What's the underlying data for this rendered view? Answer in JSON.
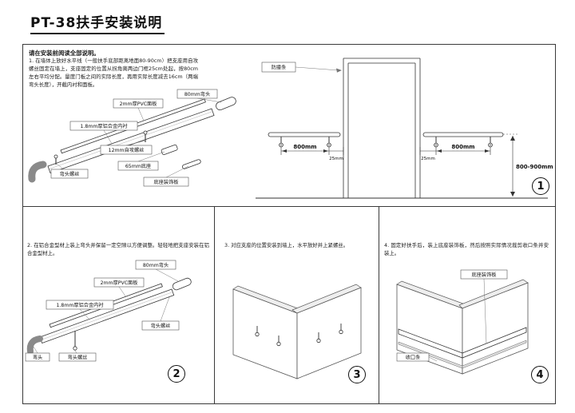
{
  "doc": {
    "title": "PT-38扶手安装说明",
    "intro": "请在安装前阅读全部说明。"
  },
  "steps": {
    "step1": "1. 在墙体上放好水平线（一般扶手底部距离地面80-90cm）把支座用自攻螺丝固定在墙上，支座固定的位置从拐角离两边门框25cm处起，按80cm左右平均分配。量度门板之间的实际长度，再用实际长度减去16cm（两端弯头长度），开截内衬和面板。",
    "step2": "2. 在铝合金型材上装上弯头并保留一定空隙以方便调整。轻轻地把支座安装在铝合金型材上。",
    "step3": "3. 对应支座的位置安装到墙上，水平放好并上紧螺丝。",
    "step4": "4. 固定好扶手后，装上底座装饰板，然后按照实际情况裁剪收口条并安装上。"
  },
  "panel1": {
    "number": "1",
    "labels": {
      "elbow": "80mm弯头",
      "pvc": "2mm厚PVC面板",
      "liner": "1.8mm厚铝合金内衬",
      "screw": "12mm自攻螺丝",
      "base": "65mm底座",
      "elbow_screw": "弯头螺丝",
      "base_cover": "底座装饰板"
    },
    "elevation": {
      "strip": "防撞条",
      "dim_left": "800mm",
      "gap_left": "25mm",
      "gap_right": "25mm",
      "dim_right": "800mm",
      "height": "800-900mm"
    }
  },
  "panel2": {
    "number": "2",
    "labels": {
      "cap": "80mm弯头",
      "pvc": "2mm厚PVC面板",
      "liner": "1.8mm厚铝合金内衬",
      "screw_right": "弯头螺丝",
      "elbow": "弯头",
      "screw_bottom": "弯头螺丝"
    }
  },
  "panel3": {
    "number": "3"
  },
  "panel4": {
    "number": "4",
    "labels": {
      "base_cover": "底座装饰板",
      "trim": "收口条"
    }
  }
}
